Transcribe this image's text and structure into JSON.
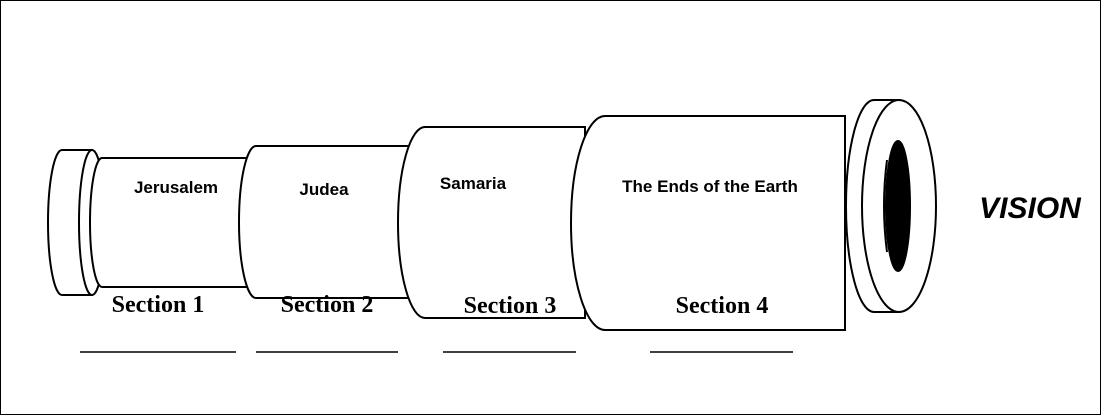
{
  "diagram": {
    "segments": [
      {
        "label": "Jerusalem"
      },
      {
        "label": "Judea"
      },
      {
        "label": "Samaria"
      },
      {
        "label": "The Ends of the Earth"
      }
    ],
    "sections": [
      {
        "label": "Section 1"
      },
      {
        "label": "Section 2"
      },
      {
        "label": "Section 3"
      },
      {
        "label": "Section 4"
      }
    ],
    "vision_label": "VISION"
  },
  "colors": {
    "stroke": "#000000",
    "fill": "#ffffff",
    "lens": "#000000"
  }
}
